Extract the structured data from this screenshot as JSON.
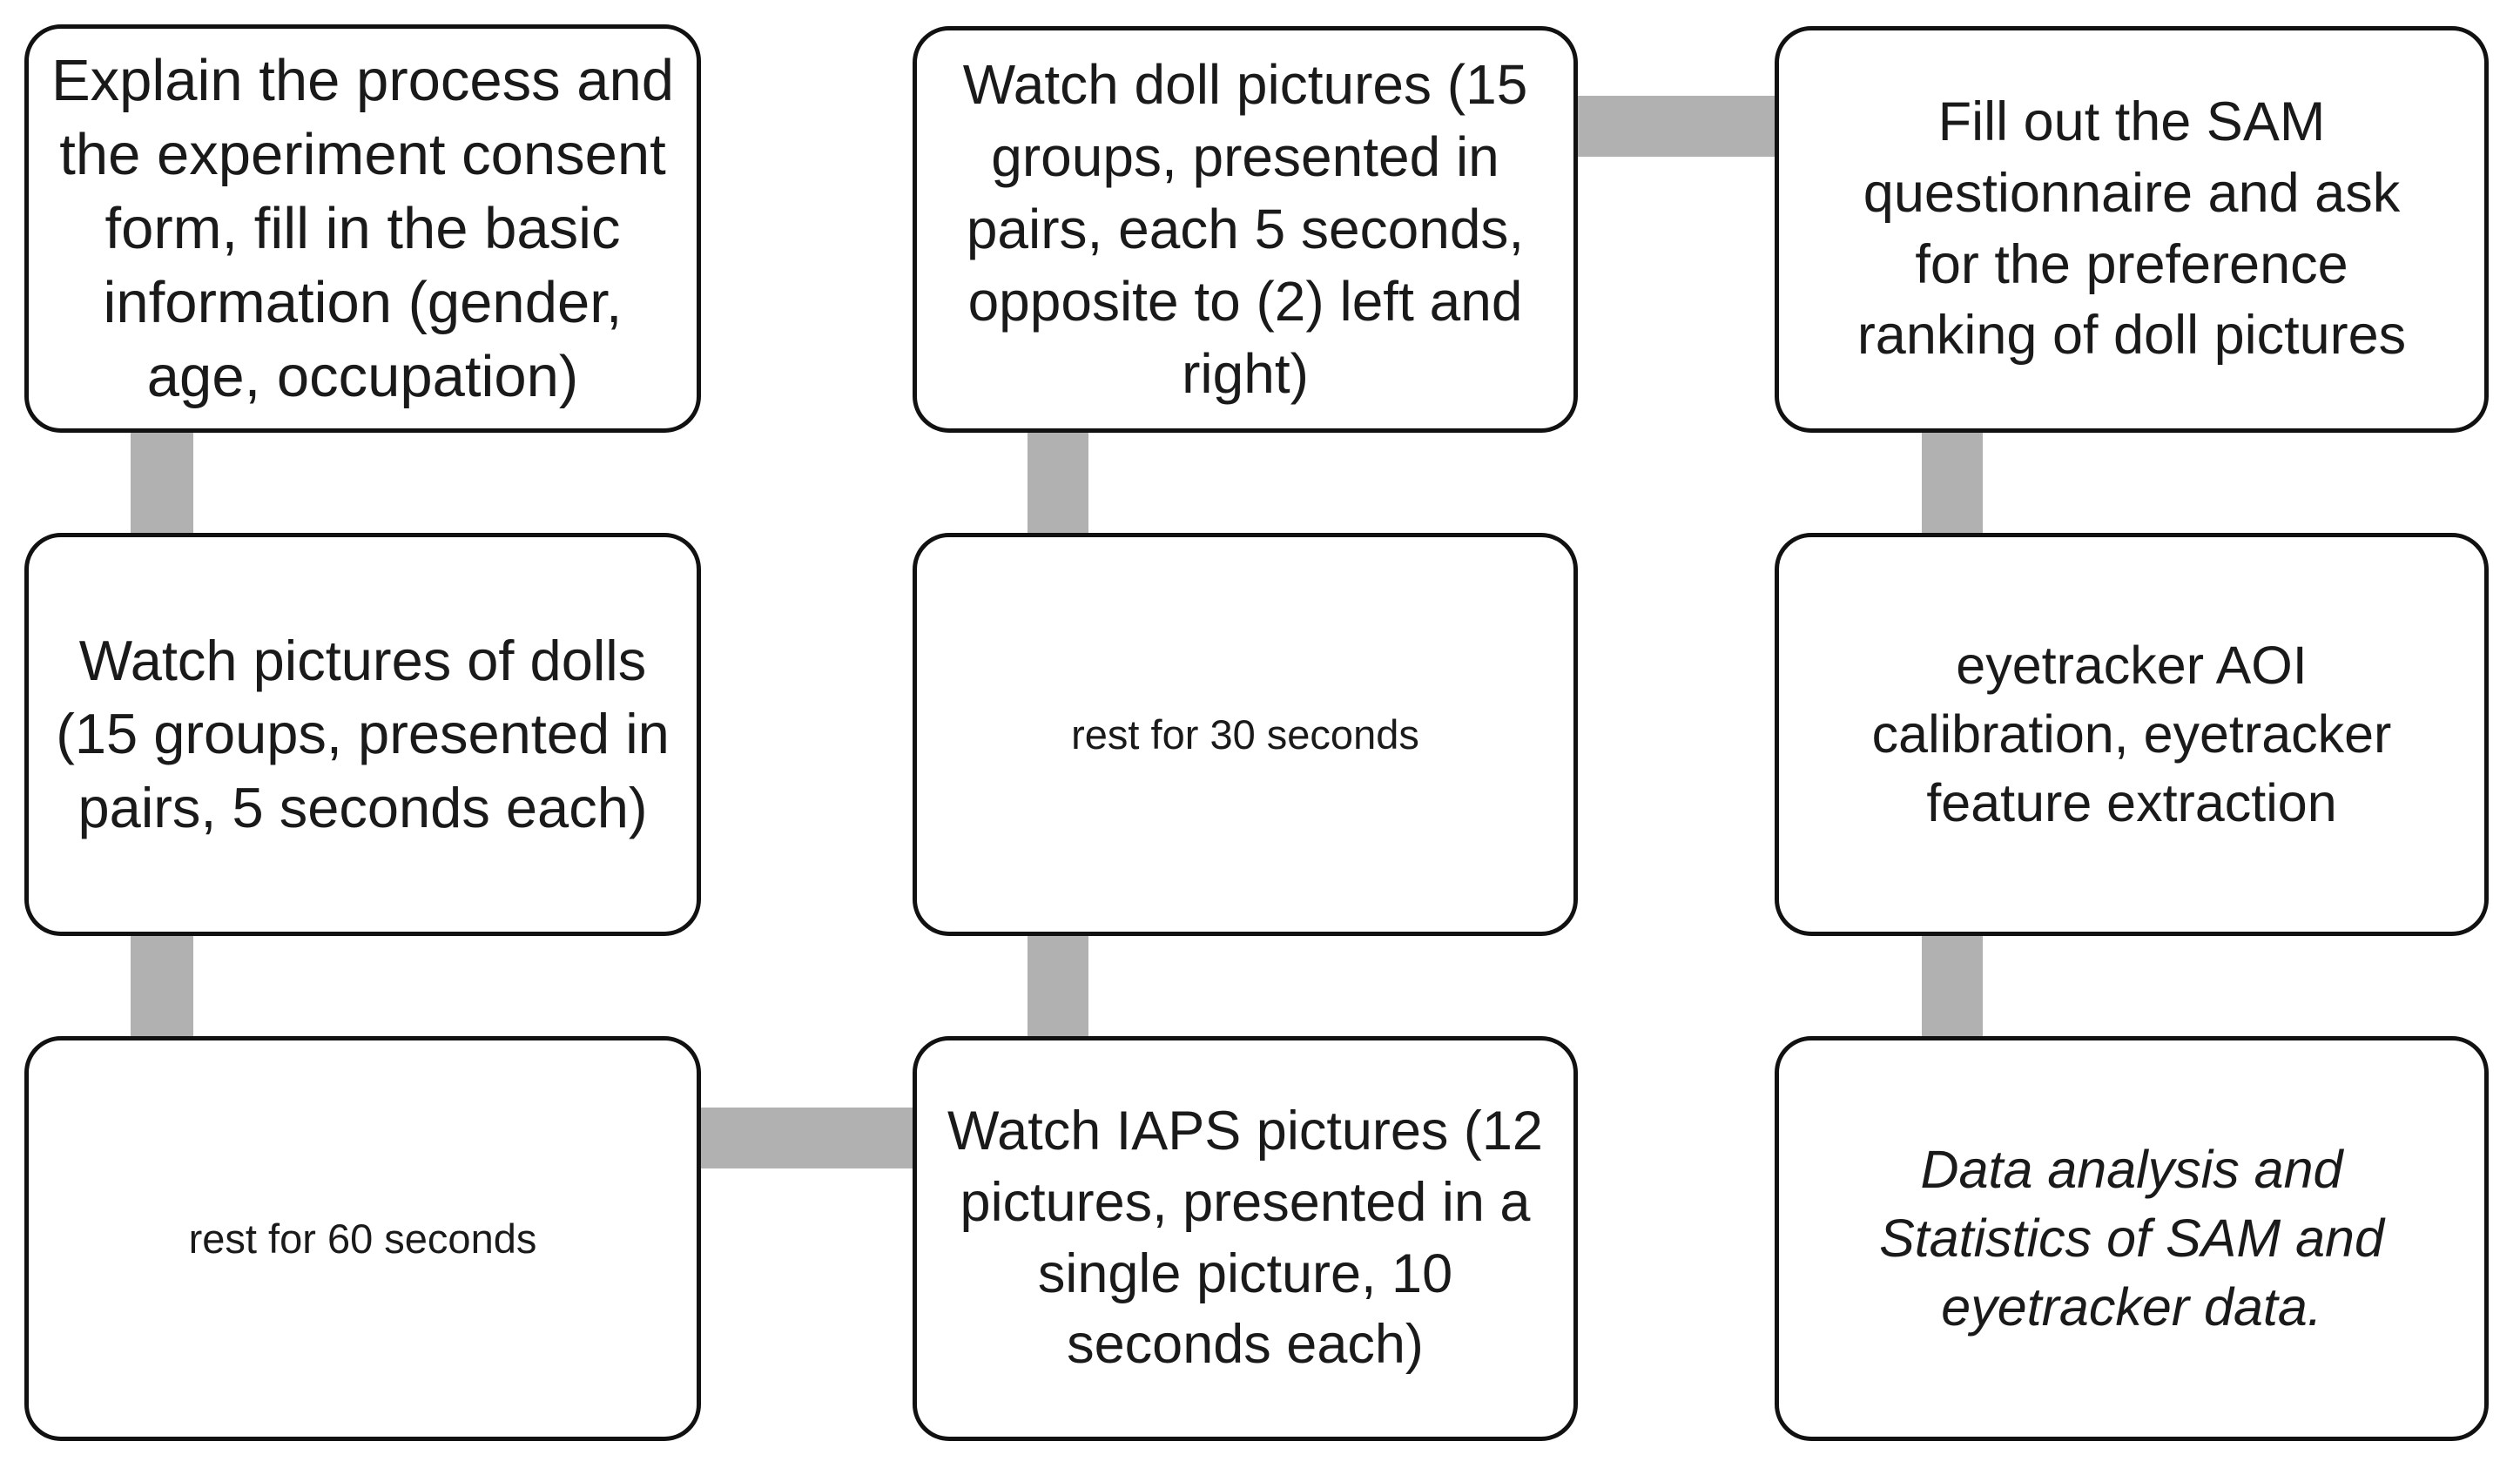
{
  "figure": {
    "title": "experiment procedure flowchart",
    "background_color": "#ffffff",
    "box_fill_color": "#ffffff",
    "box_border_color": "#111111",
    "text_color": "#1a1a1a",
    "connector_color": "#b1b1b1",
    "boxes": [
      {
        "id": "explain-process",
        "text": "Explain the process and\nthe experiment consent\nform, fill in the basic\ninformation (gender,\nage, occupation)"
      },
      {
        "id": "watch-doll-pairs",
        "text": "Watch pictures of dolls\n(15 groups, presented in\npairs, 5 seconds each)"
      },
      {
        "id": "rest-60",
        "text": "rest for 60 seconds"
      },
      {
        "id": "watch-doll-opposite",
        "text": "Watch doll pictures (15\ngroups, presented in\npairs, each 5 seconds,\nopposite to (2) left and\nright)"
      },
      {
        "id": "rest-30",
        "text": "rest for 30 seconds"
      },
      {
        "id": "watch-iaps",
        "text": "Watch IAPS pictures (12\npictures, presented in a\nsingle picture, 10\nseconds each)"
      },
      {
        "id": "sam-questionnaire",
        "text": "Fill out the SAM\nquestionnaire and ask\nfor the preference\nranking of doll pictures"
      },
      {
        "id": "eyetracker-calibration",
        "text": "eyetracker AOI\ncalibration, eyetracker\nfeature extraction"
      },
      {
        "id": "data-analysis",
        "text": "Data analysis and\nStatistics of SAM and\neyetracker data.",
        "italic": true
      }
    ],
    "connections": [
      {
        "from": "explain-process",
        "to": "watch-doll-pairs",
        "orientation": "vertical"
      },
      {
        "from": "watch-doll-pairs",
        "to": "rest-60",
        "orientation": "vertical"
      },
      {
        "from": "rest-60",
        "to": "watch-iaps",
        "orientation": "horizontal"
      },
      {
        "from": "watch-iaps",
        "to": "rest-30",
        "orientation": "vertical"
      },
      {
        "from": "rest-30",
        "to": "watch-doll-opposite",
        "orientation": "vertical"
      },
      {
        "from": "watch-doll-opposite",
        "to": "sam-questionnaire",
        "orientation": "horizontal"
      },
      {
        "from": "sam-questionnaire",
        "to": "eyetracker-calibration",
        "orientation": "vertical"
      },
      {
        "from": "eyetracker-calibration",
        "to": "data-analysis",
        "orientation": "vertical"
      }
    ]
  }
}
